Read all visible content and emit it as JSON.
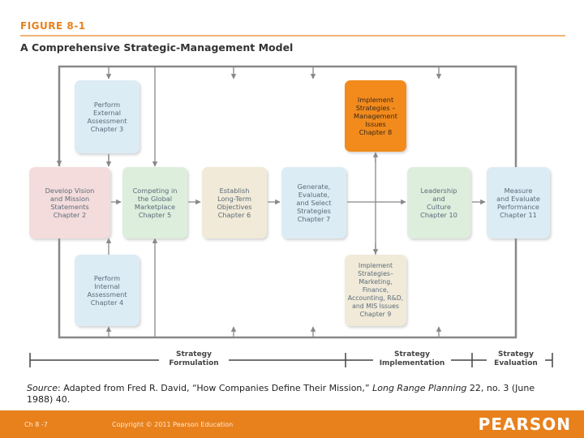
{
  "figure_label": "FIGURE 8-1",
  "title": "A Comprehensive Strategic-Management Model",
  "boxes": {
    "external": "Perform\nExternal\nAssessment\nChapter 3",
    "implement_mgmt": "Implement\nStrategies –\nManagement\nIssues\nChapter 8",
    "vision": "Develop Vision\nand Mission\nStatements\nChapter 2",
    "global": "Competing in\nthe Global\nMarketplace\nChapter 5",
    "objectives": "Establish\nLong-Term\nObjectives\nChapter 6",
    "generate": "Generate,\nEvaluate,\nand Select\nStrategies\nChapter 7",
    "leadership": "Leadership\nand\nCulture\nChapter 10",
    "measure": "Measure\nand Evaluate\nPerformance\nChapter 11",
    "internal": "Perform\nInternal\nAssessment\nChapter 4",
    "implement_func": "Implement\nStrategies–\nMarketing,\nFinance,\nAccounting, R&D,\nand MIS Issues\nChapter 9"
  },
  "phases": {
    "formulation": "Strategy\nFormulation",
    "implementation": "Strategy\nImplementation",
    "evaluation": "Strategy\nEvaluation"
  },
  "source": {
    "label": "Source",
    "text_1": ": Adapted from Fred R. David, “How Companies Define Their Mission,” ",
    "journal": "Long Range Planning",
    "text_2": " 22, no. 3 (June 1988) 40."
  },
  "footer": {
    "chapter": "Ch 8 -7",
    "copyright": "Copyright © 2011 Pearson Education",
    "brand": "PEARSON"
  },
  "colors": {
    "accent": "#e8811c",
    "box_blue": "#dcecf5",
    "box_green": "#ddeedd",
    "box_tan": "#f1ead8",
    "box_orange": "#f28a1c"
  }
}
